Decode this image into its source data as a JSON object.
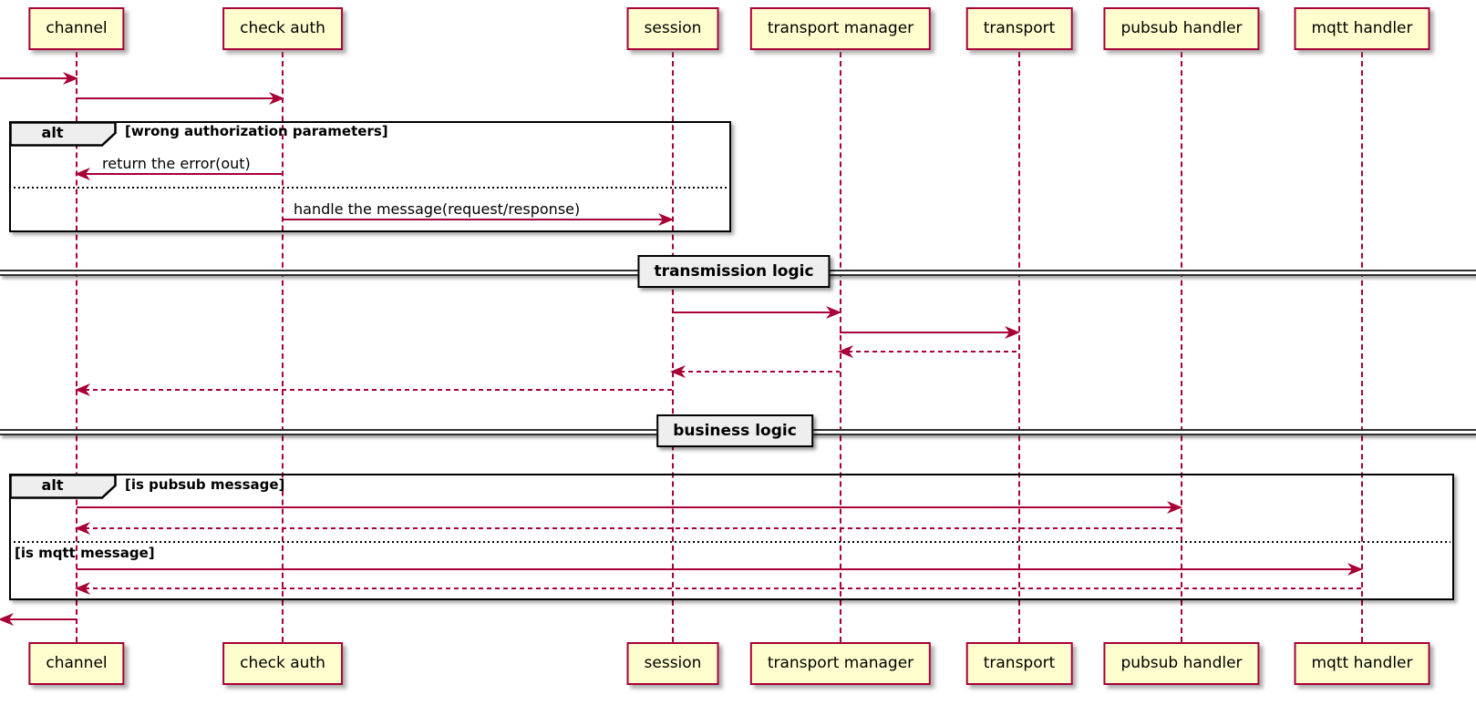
{
  "diagram_type": "sequence",
  "colors": {
    "participant_fill": "#FEFECE",
    "accent_stroke": "#A80036",
    "frame_border": "#000000",
    "fragment_label_fill": "#EEEEEE",
    "background": "#FFFFFF"
  },
  "participants": [
    {
      "name": "channel"
    },
    {
      "name": "check auth"
    },
    {
      "name": "session"
    },
    {
      "name": "transport manager"
    },
    {
      "name": "transport"
    },
    {
      "name": "pubsub handler"
    },
    {
      "name": "mqtt handler"
    }
  ],
  "dividers": [
    {
      "label": "transmission logic"
    },
    {
      "label": "business logic"
    }
  ],
  "fragments": [
    {
      "keyword": "alt",
      "guards": [
        "[wrong authorization parameters]"
      ]
    },
    {
      "keyword": "alt",
      "guards": [
        "[is pubsub message]",
        "[is mqtt message]"
      ]
    }
  ],
  "messages": [
    {
      "from": "external",
      "to": "channel",
      "label": "",
      "style": "solid"
    },
    {
      "from": "channel",
      "to": "check auth",
      "label": "",
      "style": "solid"
    },
    {
      "from": "check auth",
      "to": "channel",
      "label": "return the error(out)",
      "style": "solid"
    },
    {
      "from": "check auth",
      "to": "session",
      "label": "handle the message(request/response)",
      "style": "solid"
    },
    {
      "from": "session",
      "to": "transport manager",
      "label": "",
      "style": "solid"
    },
    {
      "from": "transport manager",
      "to": "transport",
      "label": "",
      "style": "solid"
    },
    {
      "from": "transport",
      "to": "transport manager",
      "label": "",
      "style": "dotted"
    },
    {
      "from": "transport manager",
      "to": "session",
      "label": "",
      "style": "dotted"
    },
    {
      "from": "session",
      "to": "channel",
      "label": "",
      "style": "dotted"
    },
    {
      "from": "channel",
      "to": "pubsub handler",
      "label": "",
      "style": "solid"
    },
    {
      "from": "pubsub handler",
      "to": "channel",
      "label": "",
      "style": "dotted"
    },
    {
      "from": "channel",
      "to": "mqtt handler",
      "label": "",
      "style": "solid"
    },
    {
      "from": "mqtt handler",
      "to": "channel",
      "label": "",
      "style": "dotted"
    },
    {
      "from": "channel",
      "to": "external",
      "label": "",
      "style": "solid"
    }
  ]
}
